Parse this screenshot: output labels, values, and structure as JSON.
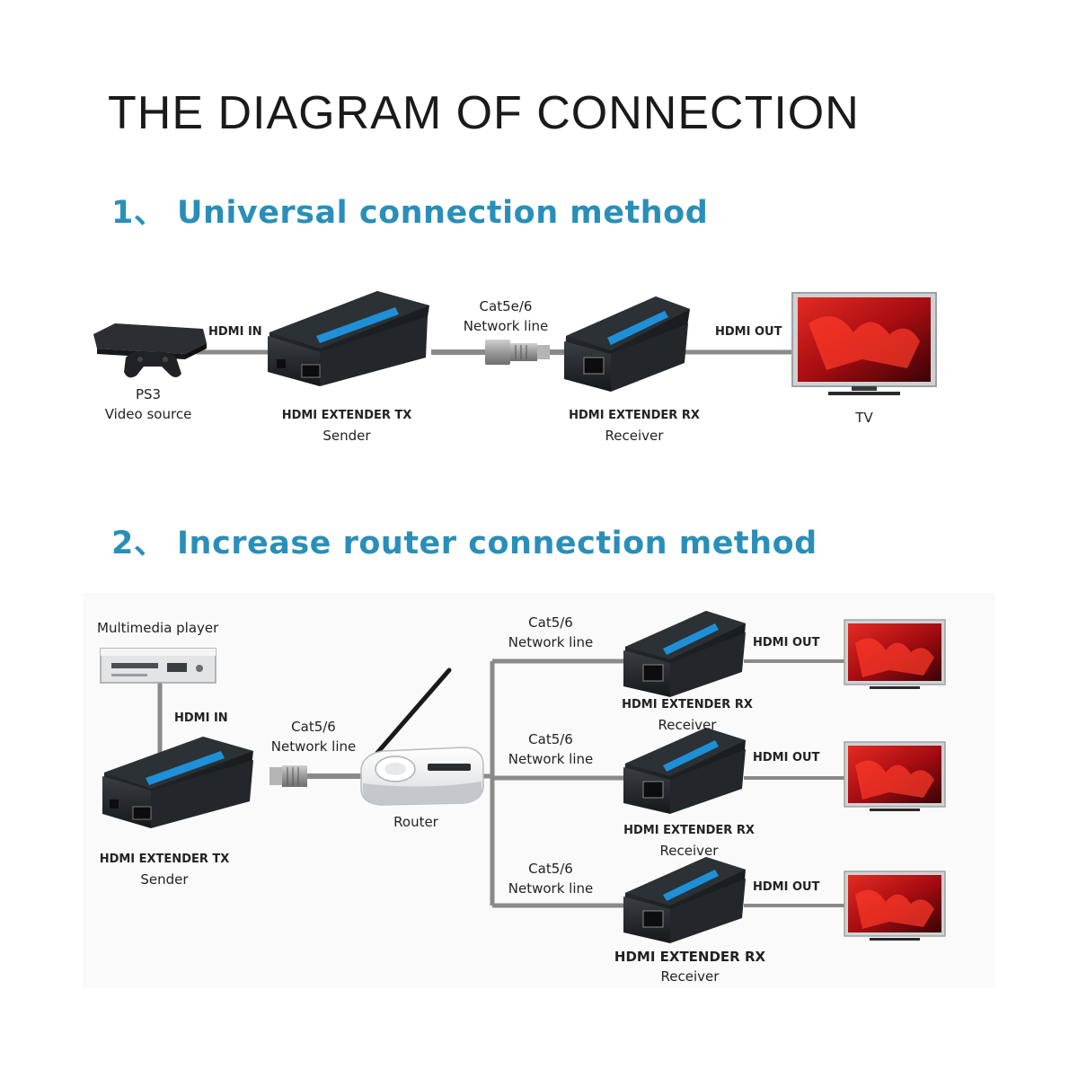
{
  "title": "THE DIAGRAM OF CONNECTION",
  "section1": {
    "heading": "1、 Universal connection method",
    "source_top": "PS3",
    "source_bottom": "Video source",
    "hdmi_in": "HDMI IN",
    "tx_line1": "HDMI EXTENDER TX",
    "tx_line2": "Sender",
    "cable_line1": "Cat5e/6",
    "cable_line2": "Network line",
    "rx_line1": "HDMI EXTENDER RX",
    "rx_line2": "Receiver",
    "hdmi_out": "HDMI OUT",
    "tv": "TV"
  },
  "section2": {
    "heading": "2、 Increase router connection method",
    "player": "Multimedia player",
    "hdmi_in": "HDMI IN",
    "tx_line1": "HDMI EXTENDER TX",
    "tx_line2": "Sender",
    "cable_line1": "Cat5/6",
    "cable_line2": "Network line",
    "router": "Router",
    "branches": [
      {
        "cable_line1": "Cat5/6",
        "cable_line2": "Network line",
        "hdmi_out": "HDMI OUT",
        "rx_line1": "HDMI EXTENDER RX",
        "rx_line2": "Receiver"
      },
      {
        "cable_line1": "Cat5/6",
        "cable_line2": "Network line",
        "hdmi_out": "HDMI OUT",
        "rx_line1": "HDMI EXTENDER RX",
        "rx_line2": "Receiver"
      },
      {
        "cable_line1": "Cat5/6",
        "cable_line2": "Network line",
        "hdmi_out": "HDMI OUT",
        "rx_line1": "HDMI EXTENDER RX",
        "rx_line2": "Receiver"
      }
    ]
  },
  "colors": {
    "heading": "#2a8fb8",
    "device_body": "#1f2327",
    "device_stripe": "#1e90d8",
    "cable": "#8a8a8a",
    "screen_red": "#c8141c"
  }
}
